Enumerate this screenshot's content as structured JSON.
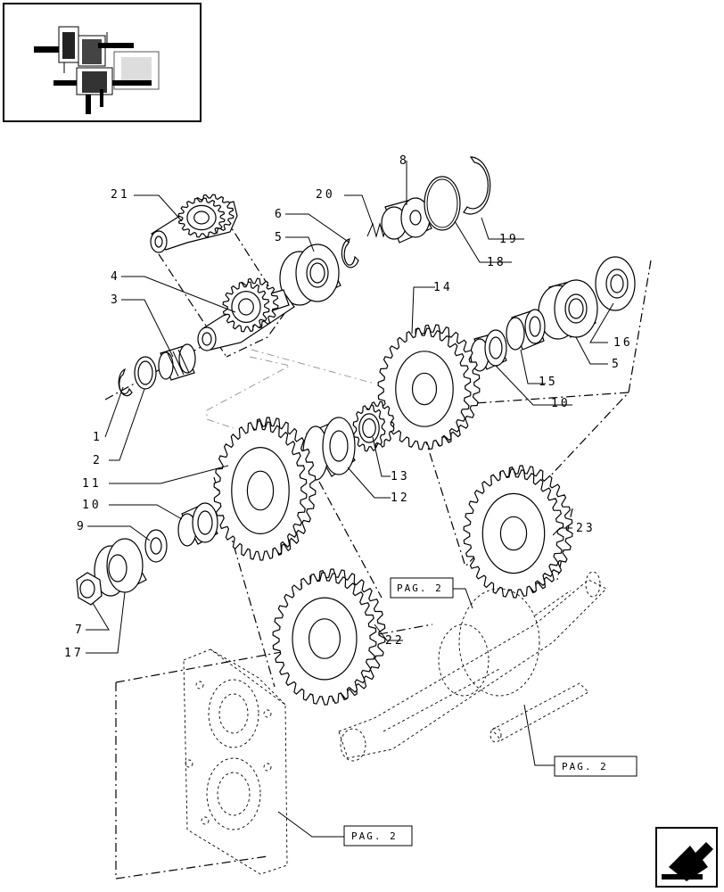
{
  "thumbnail": {
    "icon": "assembly-locator-thumbnail"
  },
  "callouts": [
    {
      "id": "c21",
      "text": "21"
    },
    {
      "id": "c20",
      "text": "20"
    },
    {
      "id": "c8",
      "text": "8"
    },
    {
      "id": "c6",
      "text": "6"
    },
    {
      "id": "c5a",
      "text": "5"
    },
    {
      "id": "c4",
      "text": "4"
    },
    {
      "id": "c3",
      "text": "3"
    },
    {
      "id": "c19",
      "text": "19"
    },
    {
      "id": "c18",
      "text": "18"
    },
    {
      "id": "c14",
      "text": "14"
    },
    {
      "id": "c16",
      "text": "16"
    },
    {
      "id": "c5b",
      "text": "5"
    },
    {
      "id": "c15",
      "text": "15"
    },
    {
      "id": "c10a",
      "text": "10"
    },
    {
      "id": "c1",
      "text": "1"
    },
    {
      "id": "c2",
      "text": "2"
    },
    {
      "id": "c11",
      "text": "11"
    },
    {
      "id": "c13",
      "text": "13"
    },
    {
      "id": "c12",
      "text": "12"
    },
    {
      "id": "c10b",
      "text": "10"
    },
    {
      "id": "c9",
      "text": "9"
    },
    {
      "id": "c23",
      "text": "23"
    },
    {
      "id": "c22",
      "text": "22"
    },
    {
      "id": "c7",
      "text": "7"
    },
    {
      "id": "c17",
      "text": "17"
    }
  ],
  "page_refs": [
    {
      "id": "pag1",
      "text": "PAG. 2"
    },
    {
      "id": "pag2",
      "text": "PAG. 2"
    },
    {
      "id": "pag3",
      "text": "PAG. 2"
    }
  ],
  "nav": {
    "icon": "next-page-arrow-icon"
  }
}
